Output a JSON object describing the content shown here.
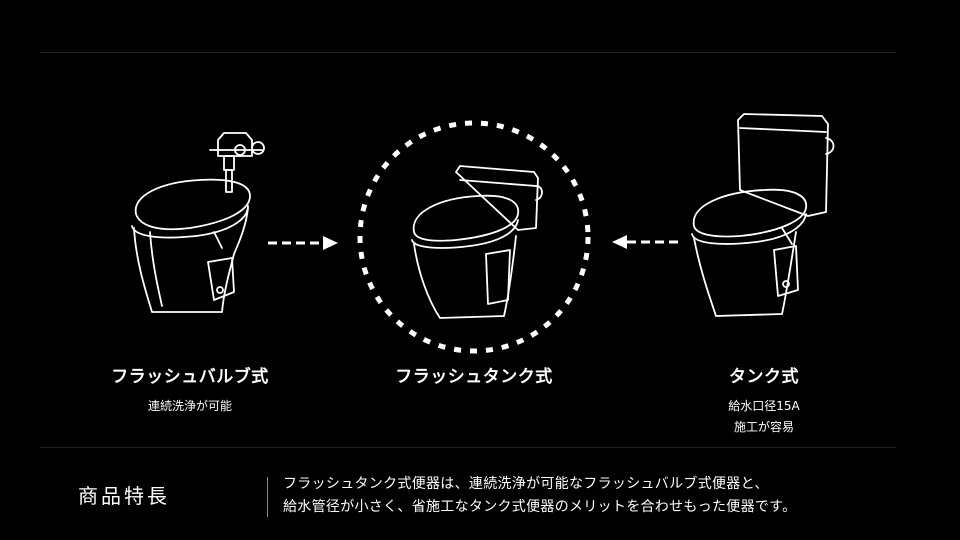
{
  "types": [
    {
      "title": "フラッシュバルブ式",
      "notes": [
        "連続洗浄が可能"
      ]
    },
    {
      "title": "フラッシュタンク式",
      "notes": []
    },
    {
      "title": "タンク式",
      "notes": [
        "給水口径15A",
        "施工が容易"
      ]
    }
  ],
  "features": {
    "heading": "商品特長",
    "lines": [
      "フラッシュタンク式便器は、連続洗浄が可能なフラッシュバルブ式便器と、",
      "給水管径が小さく、省施工なタンク式便器のメリットを合わせもった便器です。"
    ]
  },
  "colors": {
    "background": "#000000",
    "text": "#ffffff",
    "divider": "#8a8a8a"
  }
}
